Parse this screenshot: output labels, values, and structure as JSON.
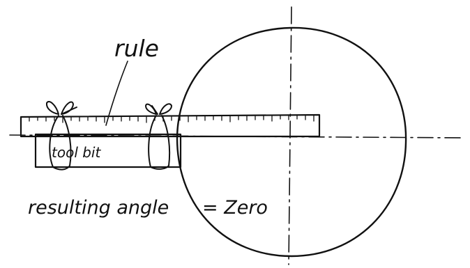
{
  "diagram": {
    "labels": {
      "rule": "rule",
      "tool_bit": "tool bit",
      "resulting_angle": "resulting angle",
      "equals_zero": "= Zero"
    }
  }
}
